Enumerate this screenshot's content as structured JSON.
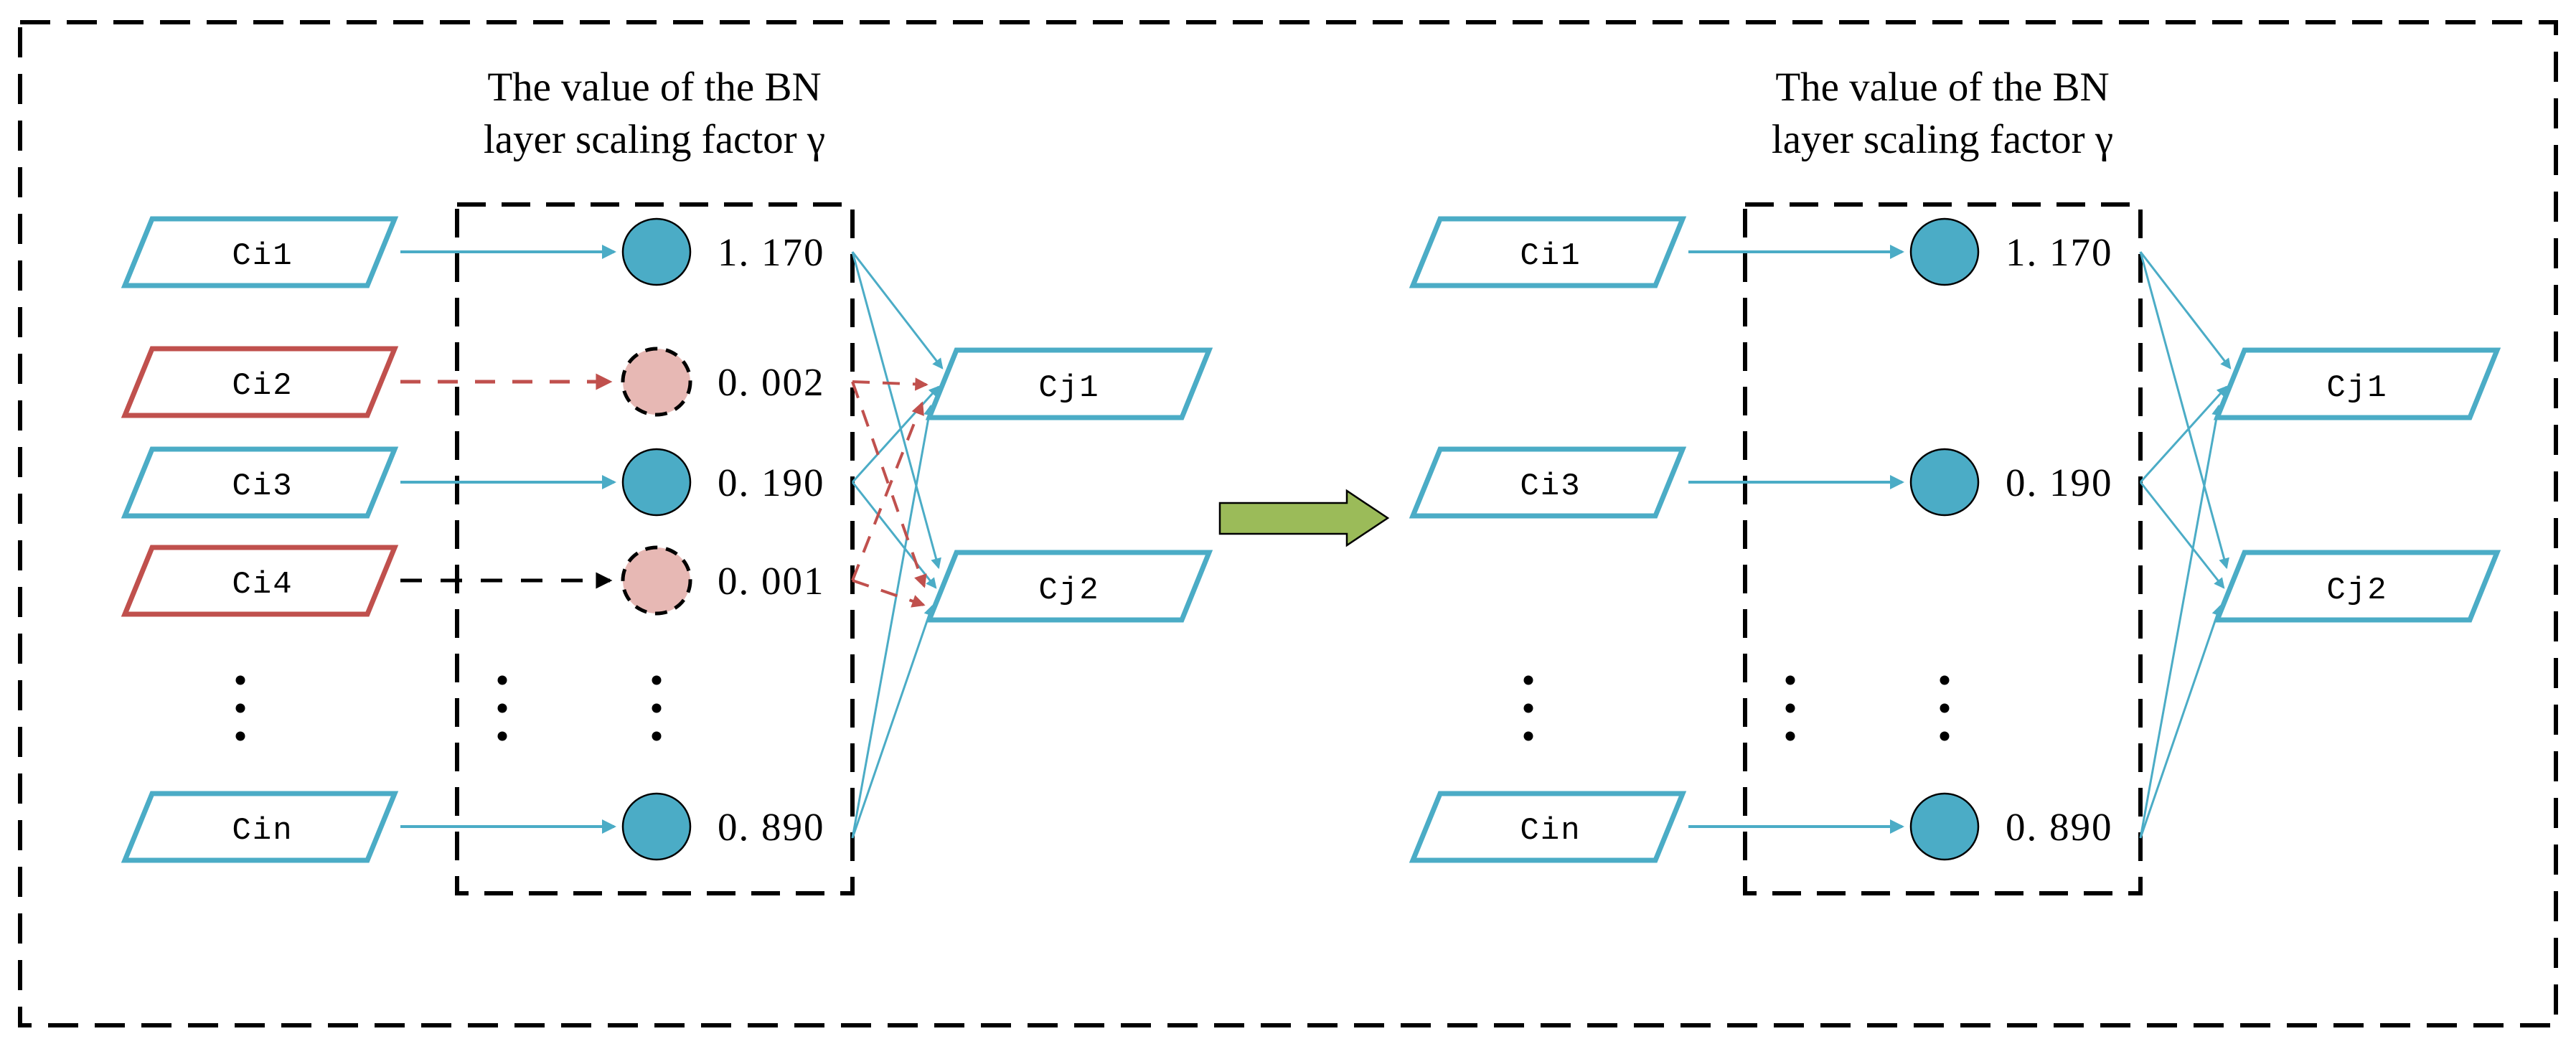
{
  "colors": {
    "kept_channel": "#4BACC6",
    "pruned_channel": "#C0504D",
    "kept_neuron_fill": "#4BACC6",
    "pruned_neuron_fill": "#E7B8B4",
    "transform_arrow": "#9BBB59",
    "outline": "#000000"
  },
  "left": {
    "title_line1": "The value of the BN",
    "title_line2": "layer scaling factor γ",
    "inputs": [
      {
        "label": "Ci1",
        "gamma": "1. 170",
        "state": "kept"
      },
      {
        "label": "Ci2",
        "gamma": "0. 002",
        "state": "pruned"
      },
      {
        "label": "Ci3",
        "gamma": "0. 190",
        "state": "kept"
      },
      {
        "label": "Ci4",
        "gamma": "0. 001",
        "state": "pruned"
      },
      {
        "label": "Cin",
        "gamma": "0. 890",
        "state": "kept"
      }
    ],
    "outputs": [
      {
        "label": "Cj1"
      },
      {
        "label": "Cj2"
      }
    ]
  },
  "right": {
    "title_line1": "The value of the BN",
    "title_line2": "layer scaling factor γ",
    "inputs": [
      {
        "label": "Ci1",
        "gamma": "1. 170",
        "state": "kept"
      },
      {
        "label": "Ci3",
        "gamma": "0. 190",
        "state": "kept"
      },
      {
        "label": "Cin",
        "gamma": "0. 890",
        "state": "kept"
      }
    ],
    "outputs": [
      {
        "label": "Cj1"
      },
      {
        "label": "Cj2"
      }
    ]
  }
}
